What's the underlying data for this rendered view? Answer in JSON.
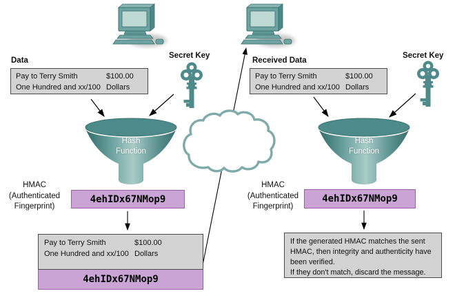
{
  "colors": {
    "teal": "#5e9494",
    "teal_dark": "#35706e",
    "teal_light": "#bfd9d5",
    "cloud_stroke": "#7faaaa",
    "purple_fill": "#c9a4d4",
    "purple_border": "#9b62a8",
    "gray_fill": "#d3d3d3",
    "gray_border": "#4a4a4a"
  },
  "sender": {
    "title": "Data",
    "check": {
      "payee": "Pay to Terry Smith",
      "amount": "$100.00",
      "amount_words": "One Hundred and xx/100",
      "currency": "Dollars"
    },
    "secret_key": "Secret Key",
    "hash_function": [
      "Hash",
      "Function"
    ],
    "hmac_caption": [
      "HMAC",
      "(Authenticated",
      "Fingerprint)"
    ],
    "hmac_value": "4ehIDx67NMop9",
    "sent_message": {
      "payee": "Pay to Terry Smith",
      "amount": "$100.00",
      "amount_words": "One Hundred and xx/100",
      "currency": "Dollars",
      "hmac": "4ehIDx67NMop9"
    }
  },
  "receiver": {
    "title": "Received Data",
    "check": {
      "payee": "Pay to Terry Smith",
      "amount": "$100.00",
      "amount_words": "One Hundred and xx/100",
      "currency": "Dollars"
    },
    "secret_key": "Secret Key",
    "hash_function": [
      "Hash",
      "Function"
    ],
    "hmac_caption": [
      "HMAC",
      "(Authenticated",
      "Fingerprint)"
    ],
    "hmac_value": "4ehIDx67NMop9",
    "verification_note": [
      "If the generated HMAC matches the sent",
      "HMAC, then integrity and authenticity have",
      "been verified.",
      "If they don't match, discard the message."
    ]
  }
}
